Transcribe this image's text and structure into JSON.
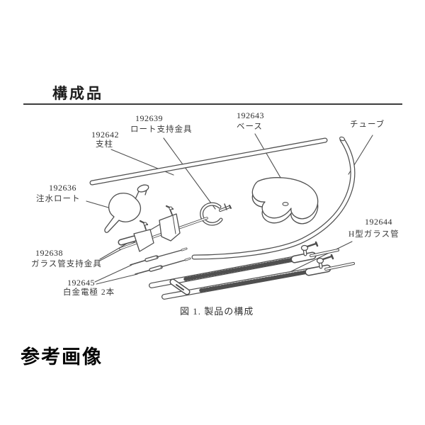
{
  "page": {
    "components_heading": "構成品",
    "reference_heading": "参考画像"
  },
  "figure": {
    "caption": "図 1.  製品の構成",
    "line_color": "#4f4f4f",
    "labels": {
      "funnel_bracket": {
        "id": "192639",
        "name": "ロート支持金具"
      },
      "pillar": {
        "id": "192642",
        "name": "支柱"
      },
      "base": {
        "id": "192643",
        "name": "ベース"
      },
      "tube": {
        "name": "チューブ"
      },
      "funnel": {
        "id": "192636",
        "name": "注水ロート"
      },
      "h_glass_tube": {
        "id": "192644",
        "name": "H型ガラス管"
      },
      "glass_bracket": {
        "id": "192638",
        "name": "ガラス管支持金具"
      },
      "electrodes": {
        "id": "192645",
        "name": "白金電極 2本"
      }
    }
  }
}
